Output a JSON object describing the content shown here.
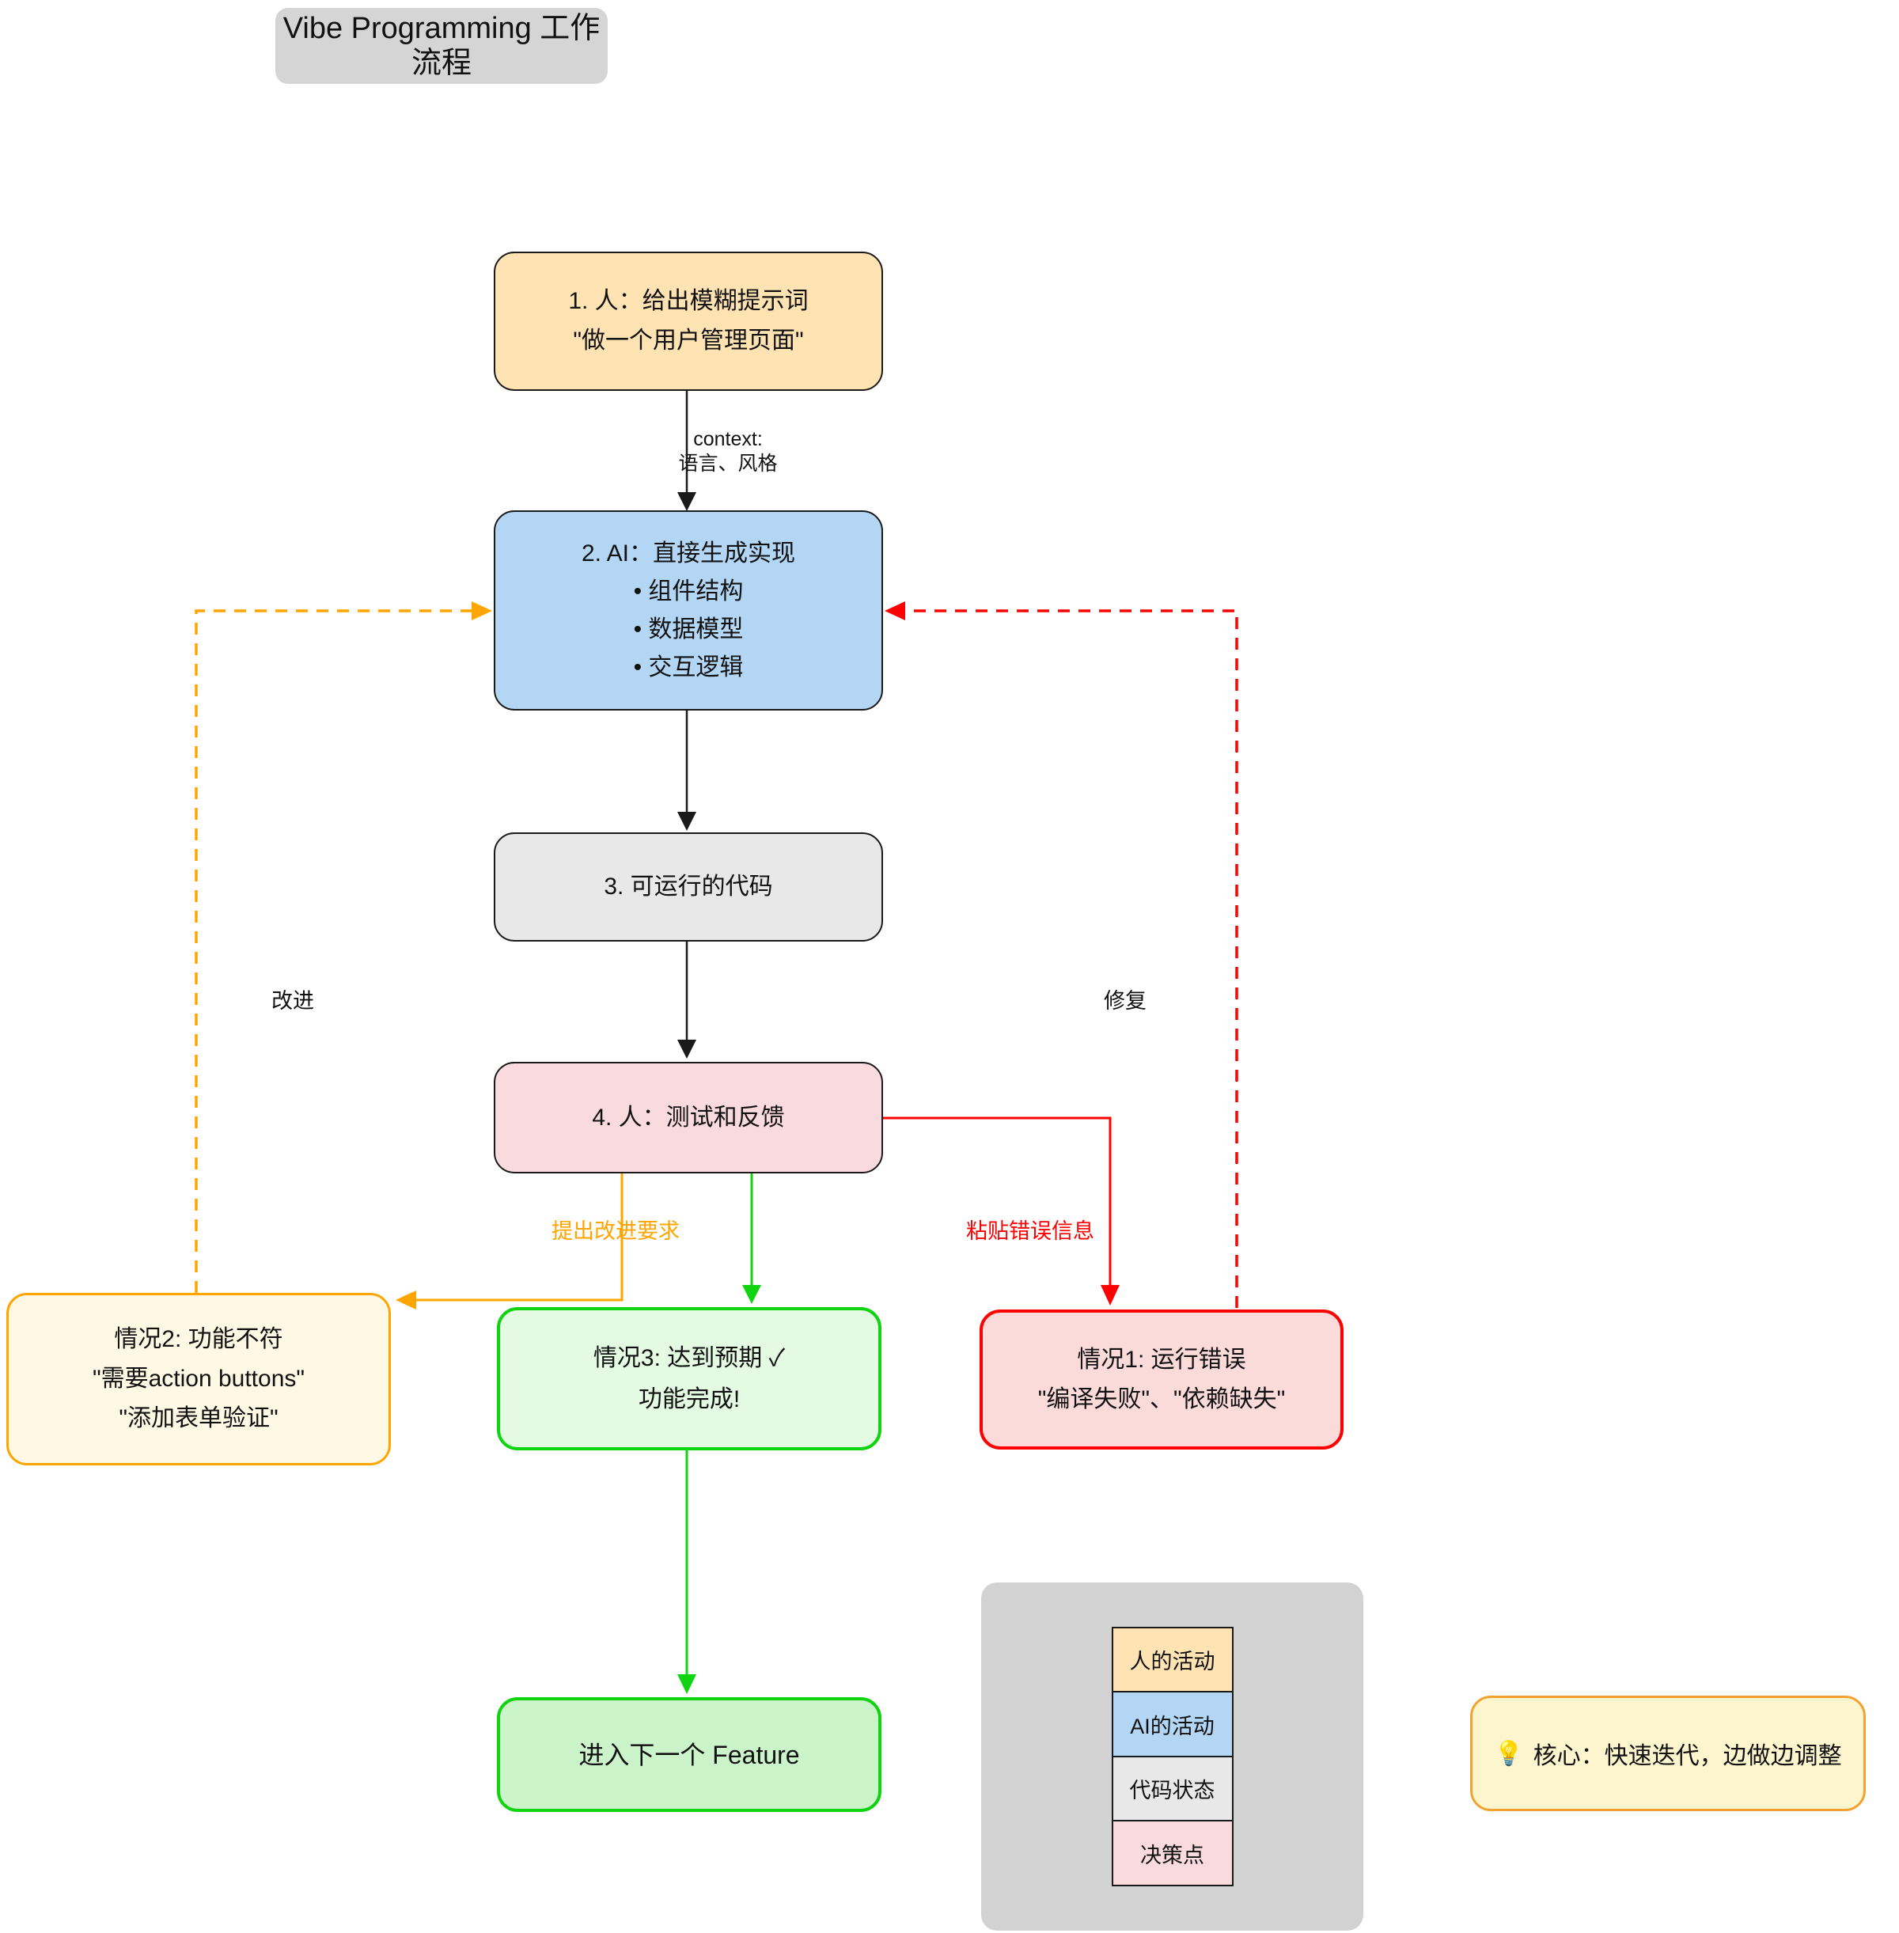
{
  "title": "Vibe Programming 工作流程",
  "colors": {
    "title_bg": "#d5d5d5",
    "human_fill": "#ffe3b3",
    "ai_fill": "#b3d6f5",
    "code_fill": "#e8e8e8",
    "decision_fill": "#f9dade",
    "case2_fill": "#fff8e4",
    "case2_border": "#ffa500",
    "case3_fill": "#e4fae3",
    "case1_fill": "#fbdada",
    "case1_border": "#ff0000",
    "next_fill": "#ccf4cb",
    "green_border": "#10d410",
    "legend_bg": "#d2d2d2",
    "note_fill": "#fcf5cd",
    "note_border": "#f0a330",
    "edge_black": "#1a1a1a",
    "edge_orange": "#ffa500",
    "edge_red": "#ff0000",
    "edge_green": "#10d410"
  },
  "nodes": {
    "step1": {
      "line1": "1. 人：给出模糊提示词",
      "line2": "\"做一个用户管理页面\""
    },
    "step2": {
      "title": "2. AI：直接生成实现",
      "bullets": [
        "• 组件结构",
        "• 数据模型",
        "• 交互逻辑"
      ]
    },
    "step3": {
      "label": "3. 可运行的代码"
    },
    "step4": {
      "label": "4. 人：测试和反馈"
    },
    "case2": {
      "line1": "情况2: 功能不符",
      "line2": "\"需要action buttons\"",
      "line3": "\"添加表单验证\""
    },
    "case3": {
      "line1": "情况3: 达到预期 ✓",
      "line2": "功能完成!"
    },
    "case1": {
      "line1": "情况1: 运行错误",
      "line2": "\"编译失败\"、\"依赖缺失\""
    },
    "next": {
      "label": "进入下一个 Feature"
    }
  },
  "edge_labels": {
    "context_line1": "context:",
    "context_line2": "语言、风格",
    "improve": "改进",
    "fix": "修复",
    "request_improvement": "提出改进要求",
    "paste_error": "粘贴错误信息"
  },
  "legend": {
    "items": [
      {
        "label": "人的活动",
        "color": "#ffe3b3"
      },
      {
        "label": "AI的活动",
        "color": "#b3d6f5"
      },
      {
        "label": "代码状态",
        "color": "#e8e8e8"
      },
      {
        "label": "决策点",
        "color": "#f9dade"
      }
    ]
  },
  "note": {
    "icon": "💡",
    "text": "核心：快速迭代，边做边调整"
  }
}
